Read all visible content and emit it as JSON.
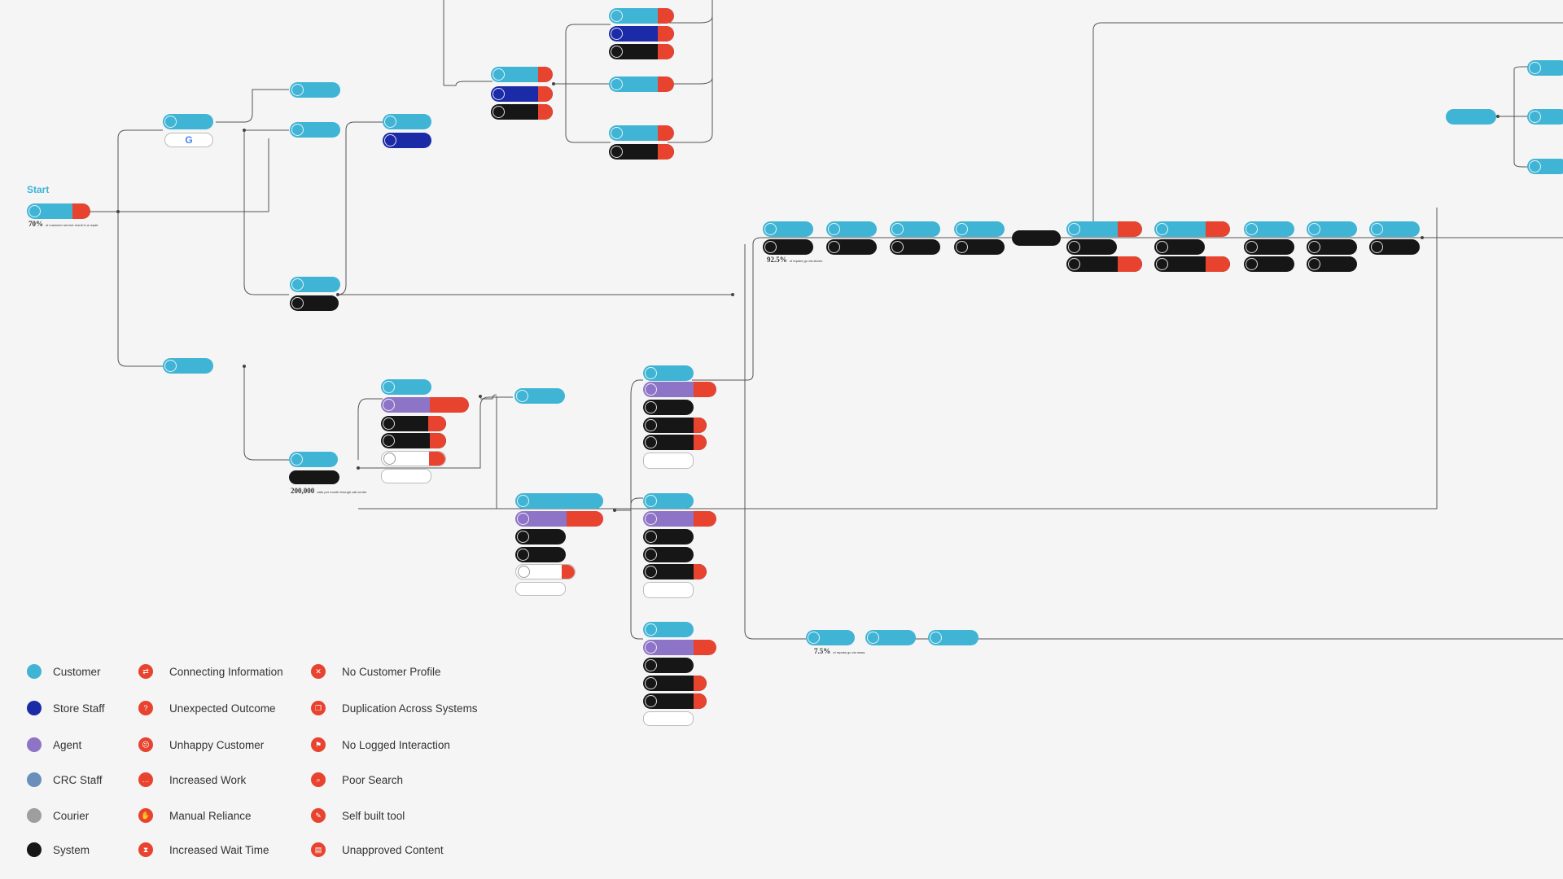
{
  "start_label": "Start",
  "colors": {
    "customer": "#3fb4d5",
    "store_staff": "#1b2aa6",
    "agent": "#8e74c6",
    "crc_staff": "#6a8fba",
    "courier": "#9e9e9e",
    "system": "#161616",
    "pain": "#e8432f"
  },
  "stats": {
    "repair_start": {
      "value": "70%",
      "text": "of customer service result in a repair"
    },
    "calls": {
      "value": "200,000",
      "text": "calls per month through call centre"
    },
    "service_92": {
      "value": "92.5%",
      "text": "of repairs go via stores"
    },
    "service_75": {
      "value": "7.5%",
      "text": "of repairs go via mass"
    }
  },
  "google_label": "G",
  "legend": {
    "roles": [
      {
        "label": "Customer",
        "color": "#3fb4d5"
      },
      {
        "label": "Store Staff",
        "color": "#1b2aa6"
      },
      {
        "label": "Agent",
        "color": "#8e74c6"
      },
      {
        "label": "CRC Staff",
        "color": "#6a8fba"
      },
      {
        "label": "Courier",
        "color": "#9e9e9e"
      },
      {
        "label": "System",
        "color": "#161616"
      }
    ],
    "pains_a": [
      {
        "label": "Connecting Information",
        "icon": "connect-icon"
      },
      {
        "label": "Unexpected Outcome",
        "icon": "question-icon"
      },
      {
        "label": "Unhappy Customer",
        "icon": "sad-face-icon"
      },
      {
        "label": "Increased Work",
        "icon": "dots-icon"
      },
      {
        "label": "Manual Reliance",
        "icon": "hand-icon"
      },
      {
        "label": "Increased Wait Time",
        "icon": "hourglass-icon"
      }
    ],
    "pains_b": [
      {
        "label": "No Customer Profile",
        "icon": "person-x-icon"
      },
      {
        "label": "Duplication Across Systems",
        "icon": "copy-icon"
      },
      {
        "label": "No Logged Interaction",
        "icon": "flag-icon"
      },
      {
        "label": "Poor Search",
        "icon": "search-icon"
      },
      {
        "label": "Self built tool",
        "icon": "wrench-icon"
      },
      {
        "label": "Unapproved Content",
        "icon": "doc-icon"
      }
    ]
  }
}
